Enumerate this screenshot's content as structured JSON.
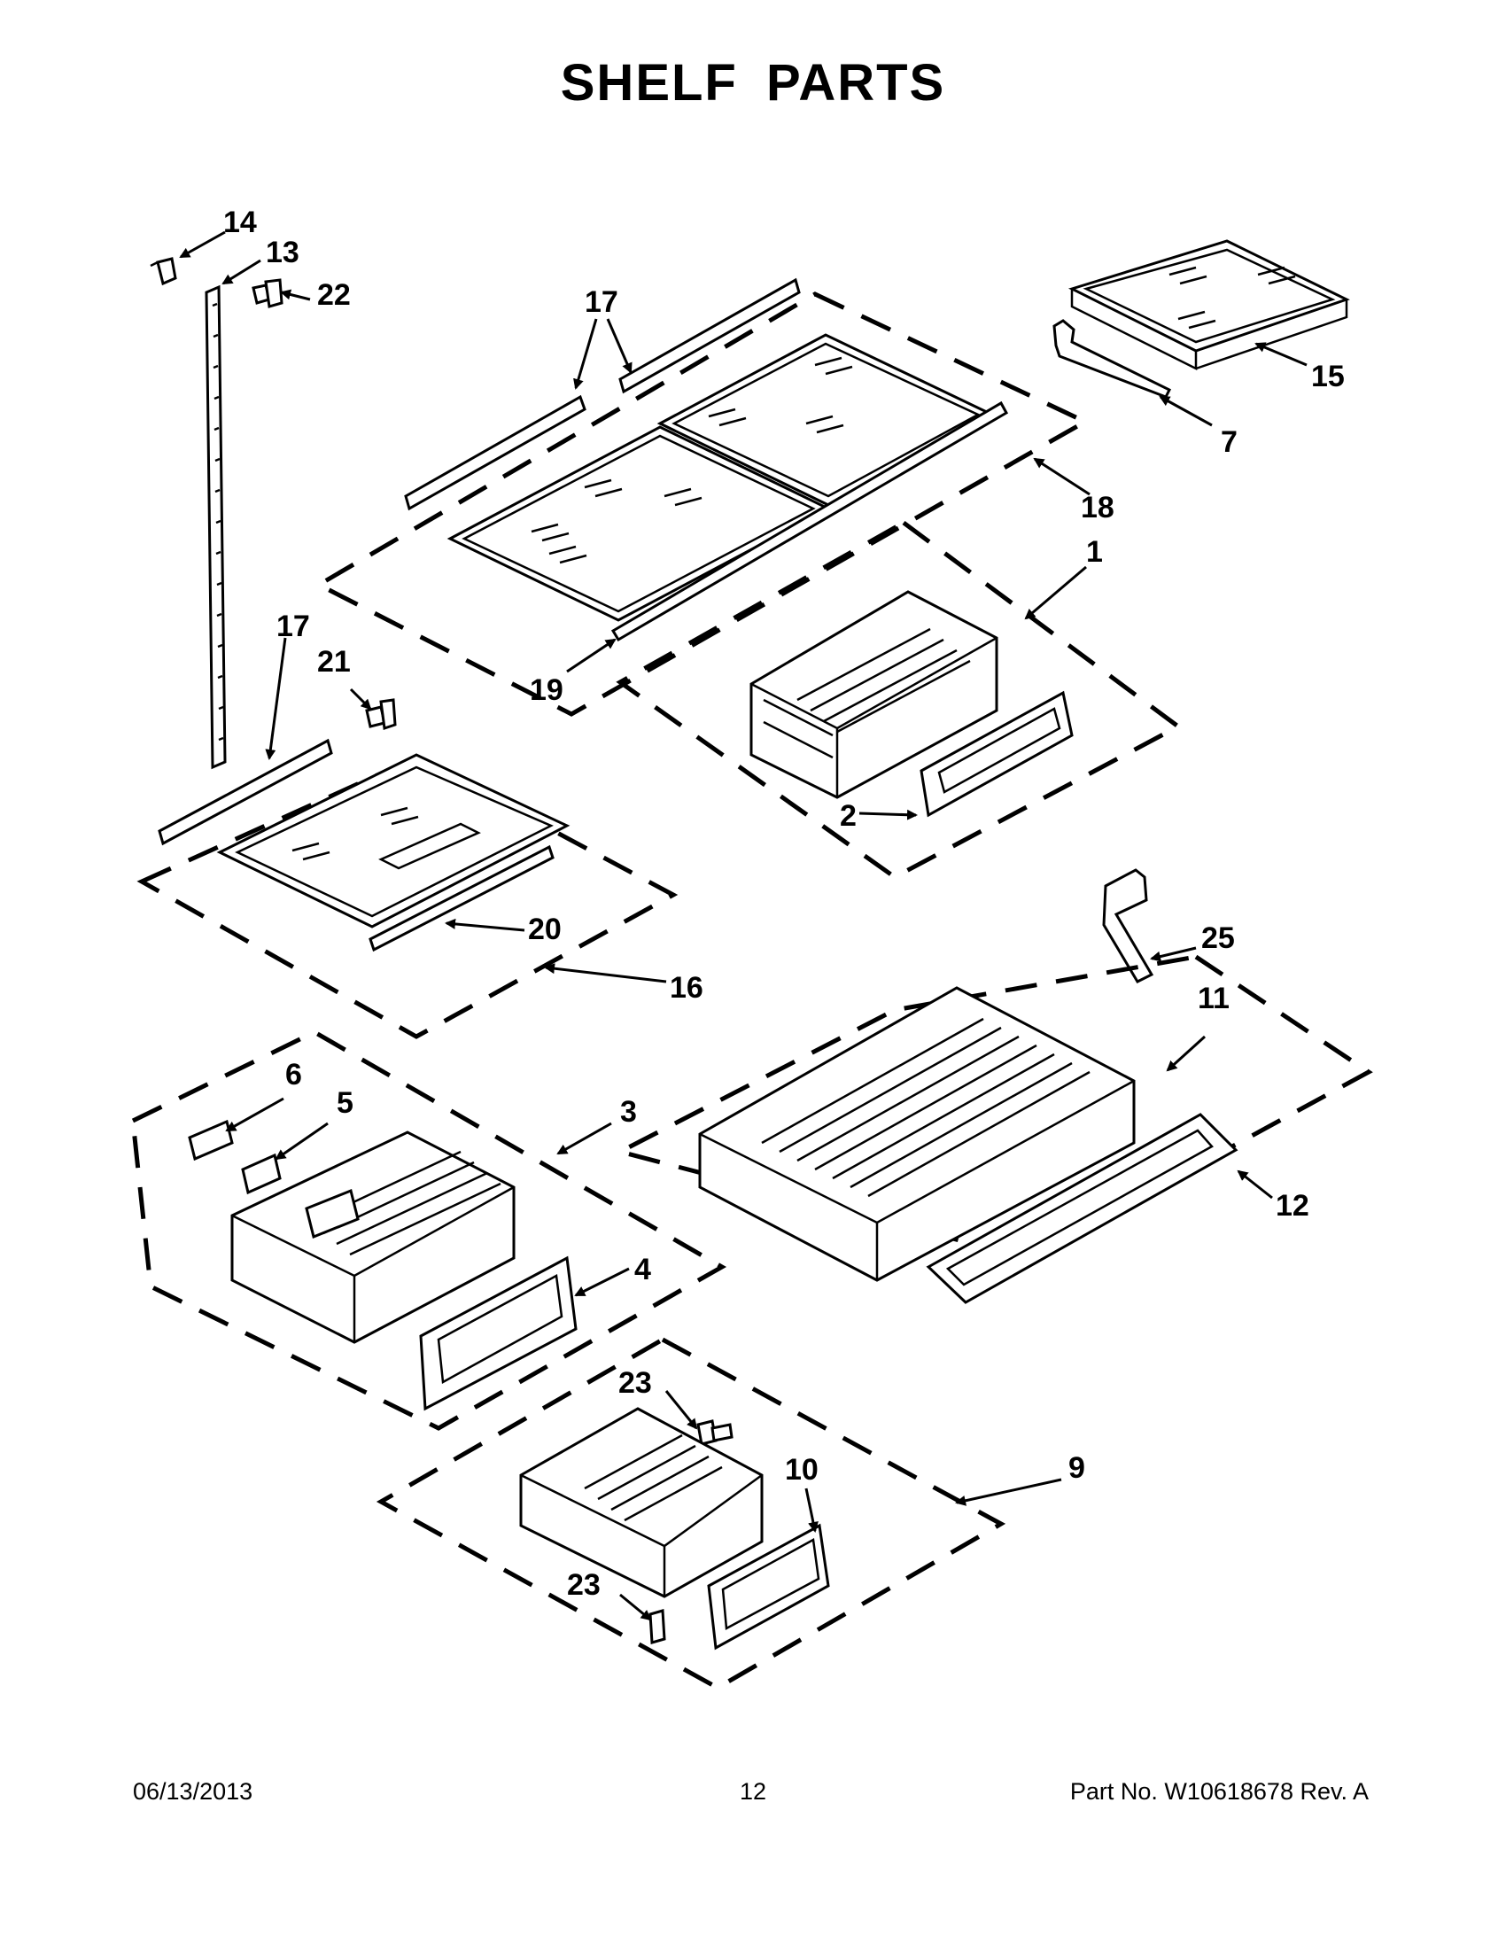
{
  "header": {
    "title": "SHELF PARTS"
  },
  "callouts": {
    "c14": "14",
    "c13": "13",
    "c22": "22",
    "c17a": "17",
    "c15": "15",
    "c7": "7",
    "c18": "18",
    "c1": "1",
    "c19": "19",
    "c2": "2",
    "c17b": "17",
    "c21": "21",
    "c20": "20",
    "c16": "16",
    "c25": "25",
    "c11": "11",
    "c6": "6",
    "c5": "5",
    "c3": "3",
    "c12": "12",
    "c4": "4",
    "c23a": "23",
    "c10": "10",
    "c9": "9",
    "c23b": "23"
  },
  "footer": {
    "date": "06/13/2013",
    "page": "12",
    "part_no": "Part No.  W10618678  Rev.  A"
  },
  "colors": {
    "ink": "#000000",
    "paper": "#ffffff"
  }
}
